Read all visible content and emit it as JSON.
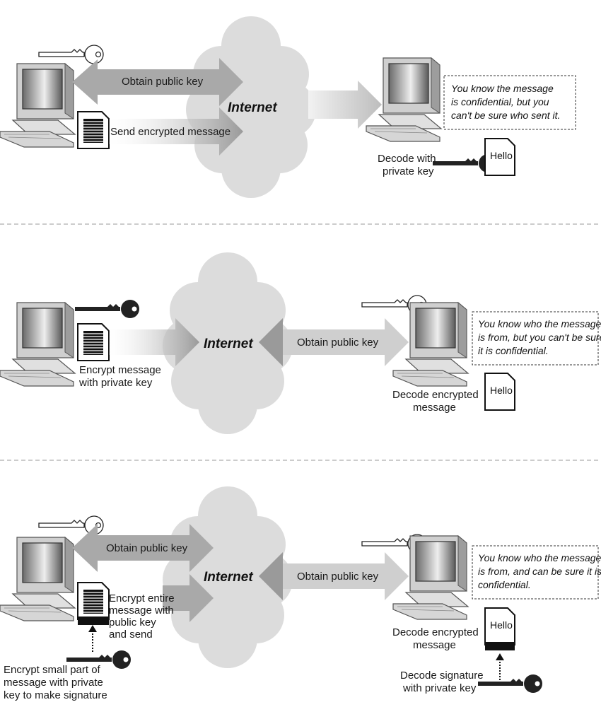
{
  "panels": [
    {
      "internet_label": "Internet",
      "arrow_obtain_label": "Obtain public key",
      "arrow_send_label": "Send encrypted message",
      "receiver_label_line1": "Decode with",
      "receiver_label_line2": "private key",
      "document_text": "Hello",
      "note_lines": [
        "You know the message",
        "is confidential, but you",
        "can't be sure who sent it."
      ]
    },
    {
      "internet_label": "Internet",
      "sender_label_line1": "Encrypt message",
      "sender_label_line2": "with private key",
      "arrow_obtain_label": "Obtain public key",
      "receiver_label_line1": "Decode encrypted",
      "receiver_label_line2": "message",
      "document_text": "Hello",
      "note_lines": [
        "You know who the message",
        "is from, but you can't be sure",
        "it is confidential."
      ]
    },
    {
      "internet_label": "Internet",
      "arrow_obtain_left_label": "Obtain public key",
      "arrow_obtain_right_label": "Obtain public key",
      "encrypt_lines": [
        "Encrypt entire",
        "message with",
        "public key",
        "and send"
      ],
      "signature_lines": [
        "Encrypt small part of",
        "message with private",
        "key to make signature"
      ],
      "receiver_label_line1": "Decode encrypted",
      "receiver_label_line2": "message",
      "document_text": "Hello",
      "decode_sig_lines": [
        "Decode signature",
        "with private key"
      ],
      "note_lines": [
        "You know who the message",
        "is from, and can be sure it is",
        "confidential."
      ]
    }
  ]
}
